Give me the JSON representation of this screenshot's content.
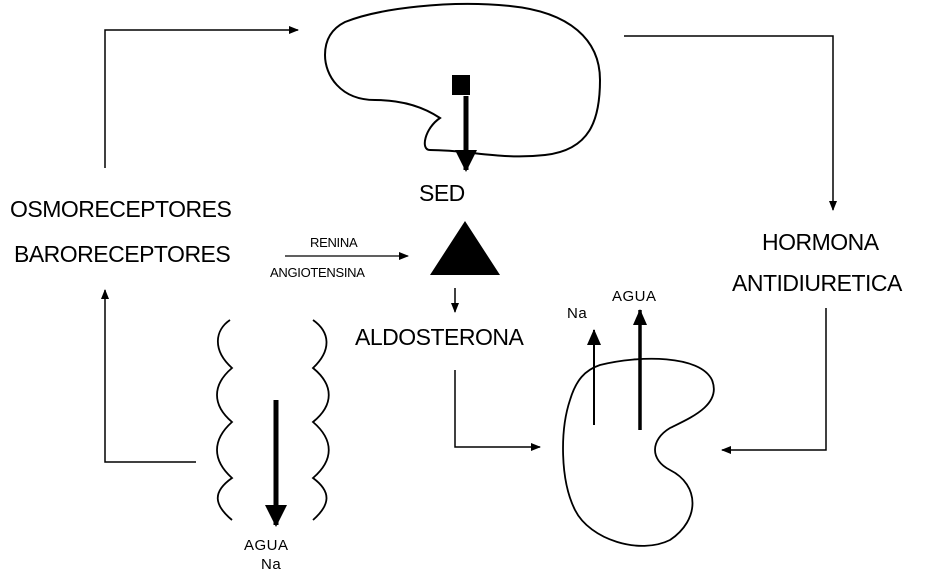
{
  "labels": {
    "osmoreceptores": "OSMORECEPTORES",
    "baroreceptores": "BARORECEPTORES",
    "renina": "RENINA",
    "angiotensina": "ANGIOTENSINA",
    "sed": "SED",
    "aldosterona": "ALDOSTERONA",
    "hormona": "HORMONA",
    "antidiuretica": "ANTIDIURETICA",
    "kidney_na": "Na",
    "kidney_agua": "AGUA",
    "intestine_agua": "AGUA",
    "intestine_na": "Na"
  }
}
